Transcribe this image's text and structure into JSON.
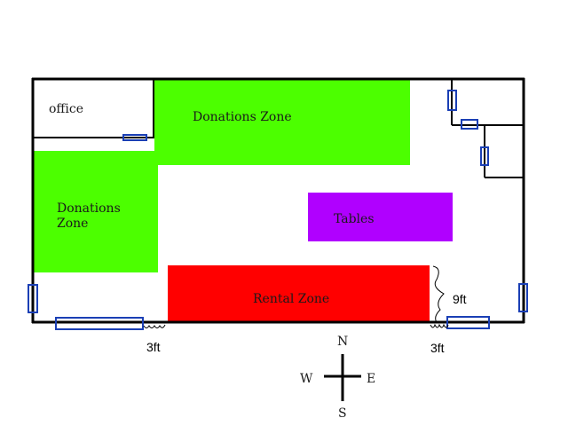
{
  "title": "Floor plan layout",
  "rooms": {
    "office": "office"
  },
  "zones": [
    {
      "id": "donations-top",
      "label": "Donations Zone",
      "color": "#4cff00"
    },
    {
      "id": "donations-left",
      "label": "Donations\nZone",
      "label_lines": [
        "Donations",
        "Zone"
      ],
      "color": "#4cff00"
    },
    {
      "id": "tables",
      "label": "Tables",
      "color": "#b000ff"
    },
    {
      "id": "rental",
      "label": "Rental Zone",
      "color": "#ff0000"
    }
  ],
  "dimensions": {
    "left_gap": "3ft",
    "right_gap": "3ft",
    "rental_side": "9ft"
  },
  "compass": {
    "north": "N",
    "south": "S",
    "east": "E",
    "west": "W"
  },
  "colors": {
    "wall": "#000000",
    "door": "#1a3fb5",
    "donations": "#4cff00",
    "tables": "#b000ff",
    "rental": "#ff0000"
  }
}
